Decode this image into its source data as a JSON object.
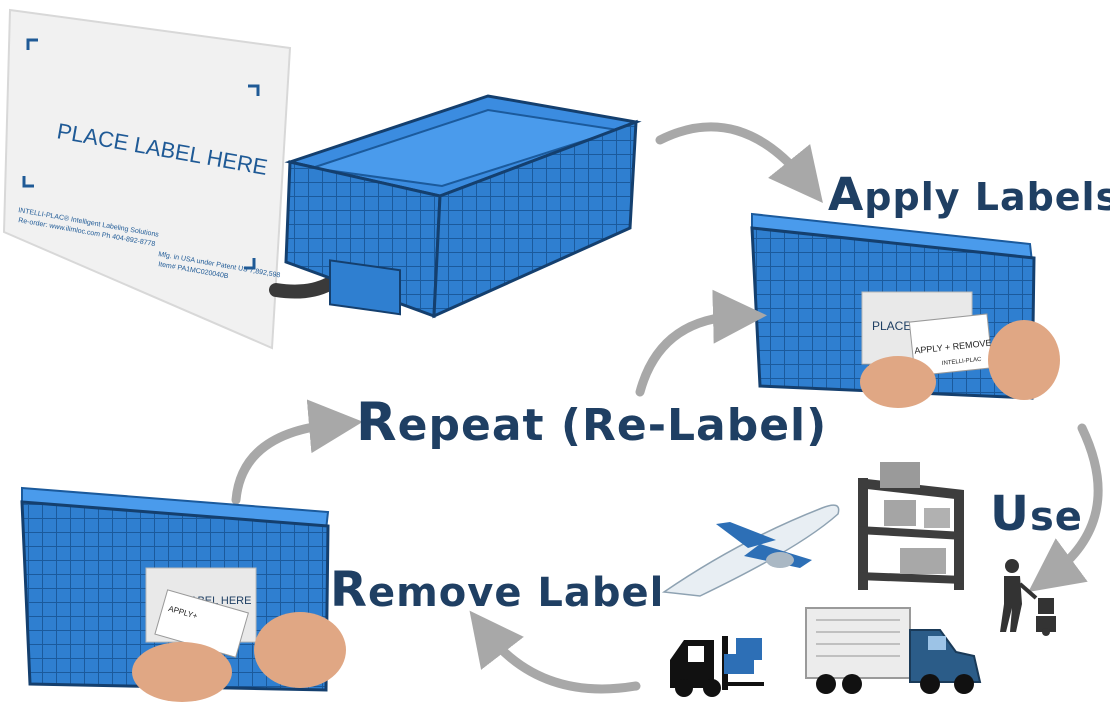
{
  "steps": {
    "apply": {
      "first": "A",
      "rest": "pply Labels"
    },
    "use": {
      "first": "U",
      "rest": "se"
    },
    "repeat": {
      "first": "R",
      "rest": "epeat (Re-Label)"
    },
    "remove": {
      "first": "R",
      "rest": "emove Label"
    }
  },
  "label_card": {
    "main": "PLACE LABEL HERE",
    "brand": "INTELLI-PLAC® Intelligent Labeling Solutions",
    "reorder": "Re-order: www.ilimloc.com Ph 404-892-8778",
    "patent": "Mfg. in USA under Patent US 7,892,598",
    "item": "Item# PA1MC020040B"
  },
  "crate_labels": {
    "apply_card": "PLACE LAB",
    "apply_sticker": "APPLY + REMOVE",
    "apply_sticker_brand": "INTELLI-PLAC",
    "remove_card": "LABEL HERE",
    "remove_sticker": "APPLY+"
  },
  "colors": {
    "crate": "#2f7fd0",
    "crate_dark": "#1b5a9c",
    "title": "#1f3f63",
    "arrow": "#a8a8a8",
    "dark_arrow": "#3a3a3a"
  }
}
